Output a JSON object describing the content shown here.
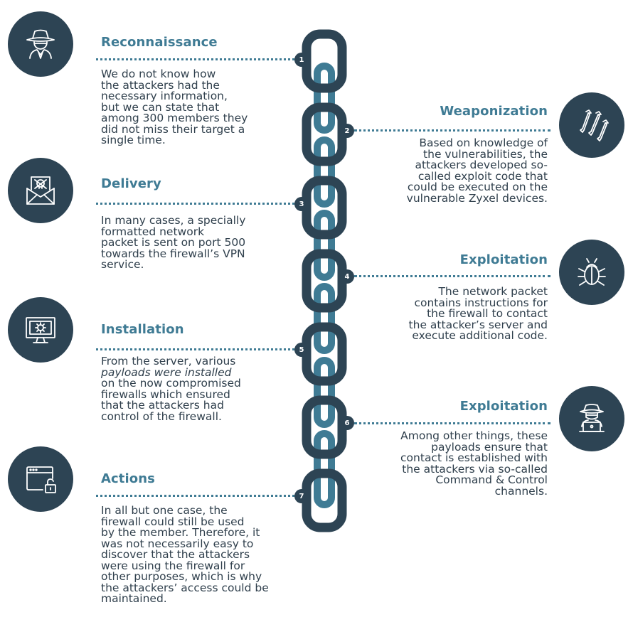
{
  "colors": {
    "navy": "#2d4454",
    "teal": "#3f7b94",
    "text": "#2f3f4c"
  },
  "stages": [
    {
      "number": "1",
      "title": "Reconnaissance",
      "side": "left",
      "icon": "spy-icon",
      "lines": [
        "We do not know how",
        "the attackers had the",
        "necessary information,",
        "but we can state that",
        "among 300 members they",
        "did not miss their target a",
        "single time."
      ]
    },
    {
      "number": "2",
      "title": "Weaponization",
      "side": "right",
      "icon": "missiles-icon",
      "lines": [
        "Based on knowledge of",
        "the vulnerabilities, the",
        "attackers developed so-",
        "called exploit code that",
        "could be executed on the",
        "vulnerable Zyxel devices."
      ]
    },
    {
      "number": "3",
      "title": "Delivery",
      "side": "left",
      "icon": "skull-envelope-icon",
      "lines": [
        "In many cases, a specially",
        "formatted network",
        "packet is sent on port 500",
        "towards the firewall’s VPN",
        "service."
      ]
    },
    {
      "number": "4",
      "title": "Exploitation",
      "side": "right",
      "icon": "bug-icon",
      "lines": [
        "The network packet",
        "contains instructions for",
        "the firewall to contact",
        "the attacker’s server and",
        "execute additional code."
      ]
    },
    {
      "number": "5",
      "title": "Installation",
      "side": "left",
      "icon": "virus-monitor-icon",
      "lines": [
        "From the server, various",
        "payloads were installed",
        "on the now compromised",
        "firewalls which ensured",
        "that the attackers had",
        "control of the firewall."
      ]
    },
    {
      "number": "6",
      "title": "Exploitation",
      "side": "right",
      "icon": "hacker-laptop-icon",
      "lines": [
        "Among other things, these",
        "payloads ensure that",
        "contact is established with",
        "the attackers via so-called",
        "Command & Control",
        "channels."
      ]
    },
    {
      "number": "7",
      "title": "Actions",
      "side": "left",
      "icon": "unlocked-window-icon",
      "lines": [
        "In all but one case, the",
        "firewall could still be used",
        "by the member. Therefore, it",
        "was not necessarily easy to",
        "discover that the attackers",
        "were using the firewall for",
        "other purposes, which is why",
        "the attackers’ access could be",
        "maintained."
      ]
    }
  ]
}
